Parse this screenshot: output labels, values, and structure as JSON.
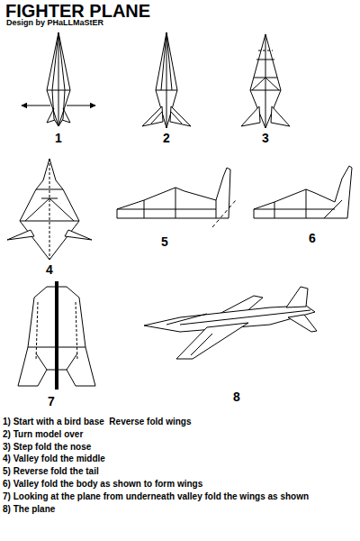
{
  "diagram": {
    "title": "FIGHTER PLANE",
    "labels": [
      "Design by PHaLLMaStER",
      "1",
      "2",
      "3",
      "4",
      "5",
      "6",
      "7",
      "8",
      "1) Start with a bird base  Reverse fold wings",
      "2) Turn model over",
      "3) Step fold the nose",
      "4) Valley fold the middle",
      "5) Reverse fold the tail",
      "6) Valley fold the body as shown to form wings",
      "7) Looking at the plane from underneath valley fold the wings as shown",
      "8) The plane"
    ]
  }
}
